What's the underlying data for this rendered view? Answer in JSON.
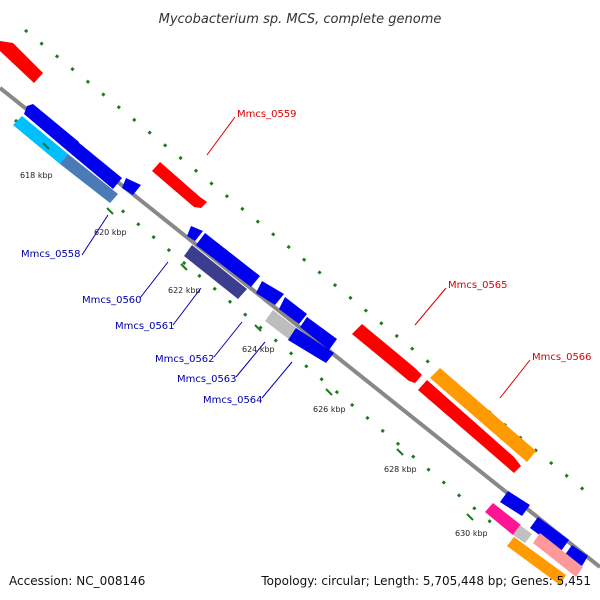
{
  "title": "Mycobacterium sp. MCS, complete genome",
  "footer": {
    "accession": "Accession: NC_008146",
    "summary": "Topology: circular; Length: 5,705,448 bp; Genes: 5,451"
  },
  "colors": {
    "forward_label": "#dd0000",
    "reverse_label": "#0000aa",
    "backbone": "#888888",
    "tick": "#1f7a1f"
  },
  "ticks": [
    {
      "kbp": 618,
      "label": "618 kbp"
    },
    {
      "kbp": 620,
      "label": "620 kbp"
    },
    {
      "kbp": 622,
      "label": "622 kbp"
    },
    {
      "kbp": 624,
      "label": "624 kbp"
    },
    {
      "kbp": 626,
      "label": "626 kbp"
    },
    {
      "kbp": 628,
      "label": "628 kbp"
    },
    {
      "kbp": 630,
      "label": "630 kbp"
    }
  ],
  "gene_labels": {
    "forward": [
      "Mmcs_0559",
      "Mmcs_0565",
      "Mmcs_0566"
    ],
    "reverse": [
      "Mmcs_0558",
      "Mmcs_0560",
      "Mmcs_0561",
      "Mmcs_0562",
      "Mmcs_0563",
      "Mmcs_0564"
    ]
  }
}
